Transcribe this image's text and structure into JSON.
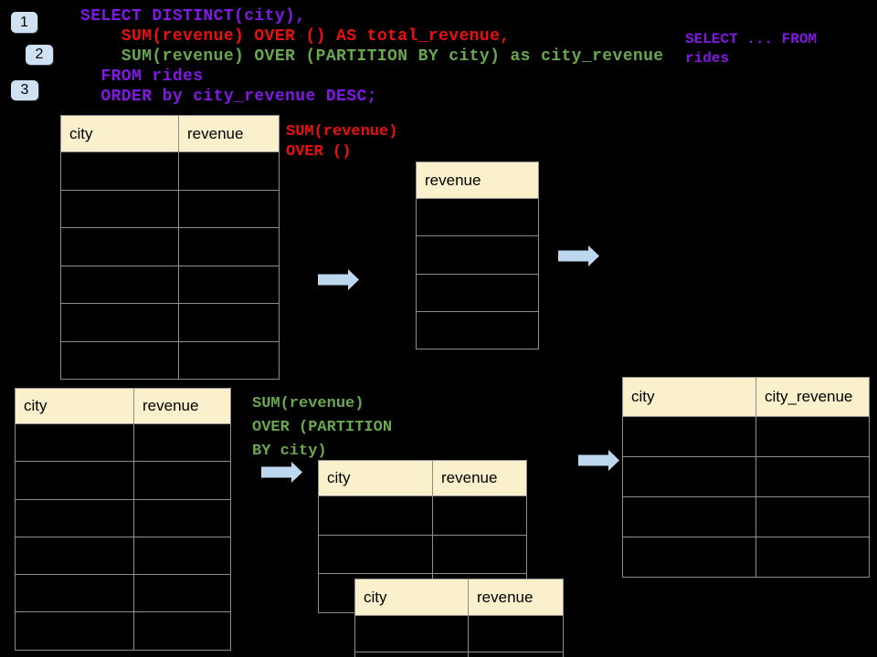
{
  "colors": {
    "background": "#000000",
    "purple": "#8218E6",
    "red": "#ED0F0F",
    "green": "#6AA84F",
    "table_header_fill": "#FBF0CC",
    "table_border": "#8E8E8E",
    "arrow_fill": "#BDD7EE",
    "badge_fill": "#CFE2F3"
  },
  "step_badges": [
    {
      "label": "1"
    },
    {
      "label": "2"
    },
    {
      "label": "3"
    }
  ],
  "sql_code": {
    "lines": [
      {
        "text": "SELECT DISTINCT(city),",
        "color": "purple"
      },
      {
        "text": "    SUM(revenue) OVER () AS total_revenue,",
        "color": "red"
      },
      {
        "text": "    SUM(revenue) OVER (PARTITION BY city) as city_revenue",
        "color": "green"
      },
      {
        "text": "  FROM rides",
        "color": "purple"
      },
      {
        "text": "  ORDER by city_revenue DESC;",
        "color": "purple"
      }
    ]
  },
  "side_note": {
    "color": "purple",
    "lines": [
      "SELECT ... FROM",
      "rides"
    ]
  },
  "annotations": {
    "total_label": {
      "color": "red",
      "lines": [
        "SUM(revenue)",
        "OVER ()"
      ]
    },
    "partition_label": {
      "color": "green",
      "lines": [
        "SUM(revenue)",
        "OVER (PARTITION",
        "BY city)"
      ]
    }
  },
  "tables": [
    {
      "name": "rides-source-table-top",
      "columns": [
        "city",
        "revenue"
      ],
      "empty_rows": 6
    },
    {
      "name": "total-revenue-table",
      "columns": [
        "revenue"
      ],
      "empty_rows": 4
    },
    {
      "name": "rides-source-table-bottom",
      "columns": [
        "city",
        "revenue"
      ],
      "empty_rows": 6
    },
    {
      "name": "partition-table-back",
      "columns": [
        "city",
        "revenue"
      ],
      "empty_rows": 3
    },
    {
      "name": "partition-table-front",
      "columns": [
        "city",
        "revenue"
      ],
      "empty_rows": 2
    },
    {
      "name": "result-table",
      "columns": [
        "city",
        "city_revenue"
      ],
      "empty_rows": 4
    }
  ],
  "icons": {
    "flow_arrow": "right-block-arrow"
  }
}
